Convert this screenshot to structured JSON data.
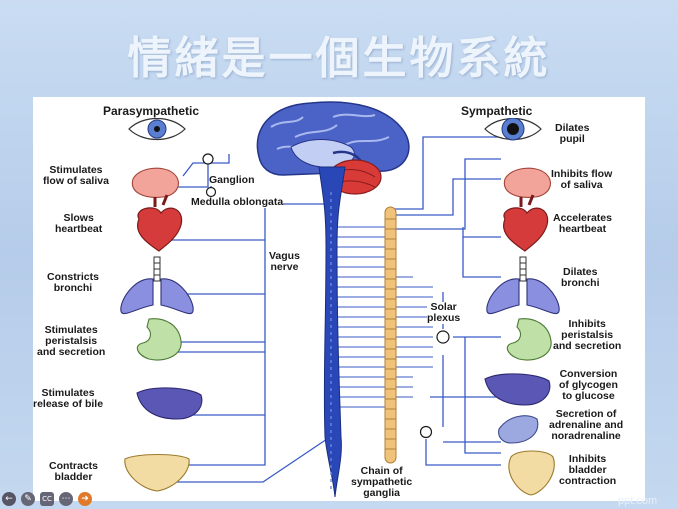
{
  "slide": {
    "title": "情緒是一個生物系統"
  },
  "diagram": {
    "parasympathetic_header": "Parasympathetic",
    "sympathetic_header": "Sympathetic",
    "ganglion": "Ganglion",
    "medulla": "Medulla oblongata",
    "vagus": "Vagus\nnerve",
    "solar": "Solar\nplexus",
    "chain": "Chain of\nsympathetic\nganglia",
    "left": [
      "Stimulates\nflow of saliva",
      "Slows\nheartbeat",
      "Constricts\nbronchi",
      "Stimulates\nperistalsis\nand secretion",
      "Stimulates\nrelease of bile",
      "Contracts\nbladder"
    ],
    "right": [
      "Dilates\npupil",
      "Inhibits flow\nof saliva",
      "Accelerates\nheartbeat",
      "Dilates\nbronchi",
      "Inhibits\nperistalsis\nand secretion",
      "Conversion\nof glycogen\nto glucose",
      "Secretion of\nadrenaline and\nnoradrenaline",
      "Inhibits\nbladder\ncontraction"
    ]
  },
  "watermark": "ppt.com",
  "toolbar": {
    "back": "←",
    "pen": "✎",
    "captions": "CC",
    "more": "⋯",
    "next": "➜"
  }
}
